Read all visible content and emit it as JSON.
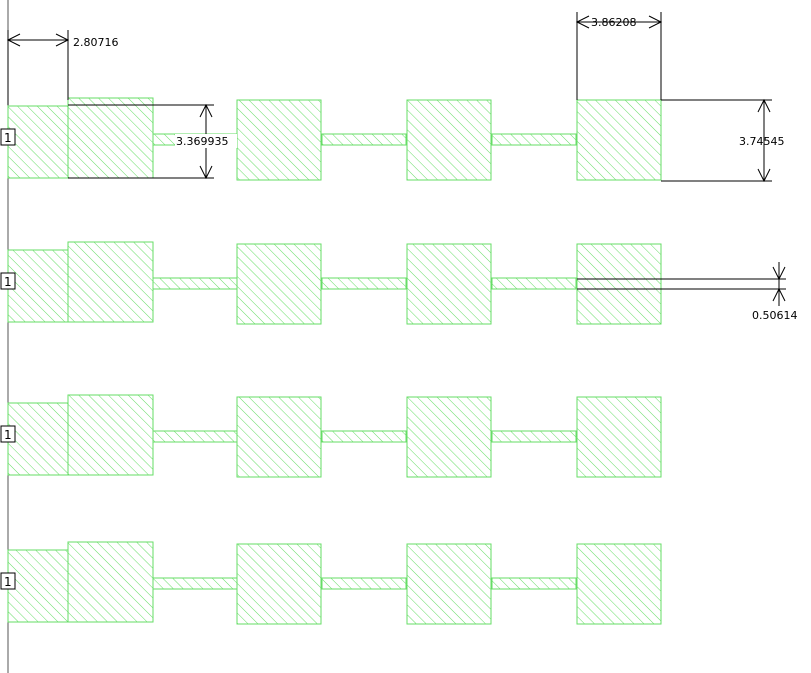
{
  "colors": {
    "shape_stroke": "#66dd66",
    "hatch": "#66dd66",
    "dimension": "#000000",
    "axis": "#444444"
  },
  "diagram": {
    "port_label": "1",
    "dimensions": {
      "feed_width": "2.80716",
      "feed_height": "3.369935",
      "pad_width": "3.86208",
      "pad_height": "3.74545",
      "line_width": "0.50614"
    },
    "rows": [
      {
        "port_label": "1"
      },
      {
        "port_label": "1"
      },
      {
        "port_label": "1"
      },
      {
        "port_label": "1"
      }
    ]
  }
}
